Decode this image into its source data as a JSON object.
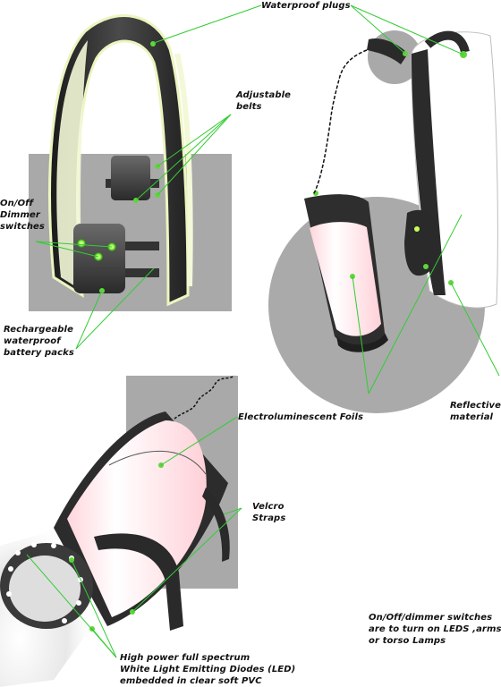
{
  "labels": {
    "waterproof_plugs": "Waterproof plugs",
    "adjustable_belts": [
      "Adjustable",
      "belts"
    ],
    "on_off_dimmer": [
      "On/Off",
      "Dimmer",
      "switches"
    ],
    "battery_packs": [
      "Rechargeable",
      "waterproof",
      "battery packs"
    ],
    "reflective_material": [
      "Reflective",
      "material"
    ],
    "electroluminescent_foils": "Electroluminescent Foils",
    "velcro_straps": [
      "Velcro",
      "Straps"
    ],
    "note": [
      "On/Off/dimmer switches",
      "are to turn on LEDS ,arms",
      "or torso Lamps"
    ],
    "led": [
      "High power full spectrum",
      "White Light Emitting Diodes (LED)",
      "embedded in clear soft PVC"
    ]
  },
  "colors": {
    "leader_line": "#33cc33",
    "gray_panel": "#a9a9a9",
    "foil_glow": "#f3f8d8",
    "led_glow": "#ffe6ea"
  }
}
